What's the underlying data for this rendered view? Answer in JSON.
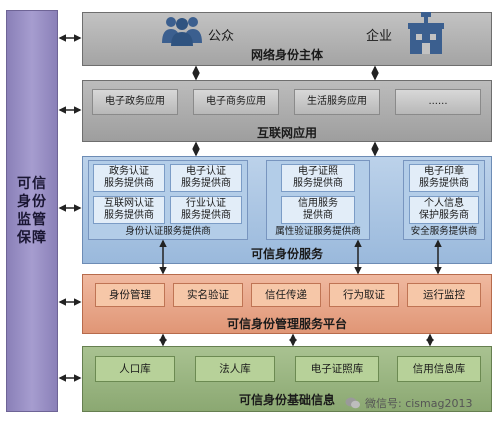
{
  "side_label": "可信身份监管保障",
  "entity_layer": {
    "public_label": "公众",
    "enterprise_label": "企业",
    "title": "网络身份主体"
  },
  "internet_layer": {
    "title": "互联网应用",
    "apps": [
      "电子政务应用",
      "电子商务应用",
      "生活服务应用",
      "......"
    ]
  },
  "service_layer": {
    "title": "可信身份服务",
    "groups": [
      {
        "label": "身份认证服务提供商",
        "items": [
          "政务认证\n服务提供商",
          "电子认证\n服务提供商",
          "互联网认证\n服务提供商",
          "行业认证\n服务提供商"
        ]
      },
      {
        "label": "属性验证服务提供商",
        "items": [
          "电子证照\n服务提供商",
          "信用服务\n提供商"
        ]
      },
      {
        "label": "安全服务提供商",
        "items": [
          "电子印章\n服务提供商",
          "个人信息\n保护服务商"
        ]
      }
    ]
  },
  "platform_layer": {
    "title": "可信身份管理服务平台",
    "items": [
      "身份管理",
      "实名验证",
      "信任传递",
      "行为取证",
      "运行监控"
    ]
  },
  "base_layer": {
    "title": "可信身份基础信息",
    "items": [
      "人口库",
      "法人库",
      "电子证照库",
      "信用信息库"
    ]
  },
  "watermark": "微信号: cismag2013",
  "colors": {
    "supervision": "#a69dcf",
    "entity": "#b0b0b0",
    "service": "#9ab9dc",
    "platform": "#e09676",
    "base": "#8ba872",
    "icon": "#3b5f8f"
  }
}
